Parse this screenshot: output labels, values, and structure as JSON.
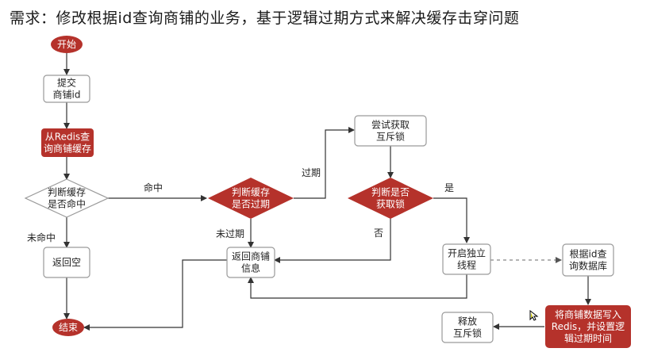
{
  "title": "需求：修改根据id查询商铺的业务，基于逻辑过期方式来解决缓存击穿问题",
  "colors": {
    "red": "#b5322b",
    "line": "#333333",
    "box_border": "#9a9a9a",
    "text_dark": "#222222",
    "text_light": "#ffffff"
  },
  "nodes": {
    "start": [
      "开始"
    ],
    "submit": [
      "提交",
      "商铺id"
    ],
    "query_redis": [
      "从Redis查",
      "询商铺缓存"
    ],
    "hit_check": [
      "判断缓存",
      "是否命中"
    ],
    "return_empty": [
      "返回空"
    ],
    "end": [
      "结束"
    ],
    "expire_check": [
      "判断缓存",
      "是否过期"
    ],
    "return_shop": [
      "返回商铺",
      "信息"
    ],
    "try_lock": [
      "尝试获取",
      "互斥锁"
    ],
    "lock_check": [
      "判断是否",
      "获取锁"
    ],
    "new_thread": [
      "开启独立",
      "线程"
    ],
    "query_db": [
      "根据id查",
      "询数据库"
    ],
    "write_redis": [
      "将商铺数据写入",
      "Redis，并设置逻",
      "辑过期时间"
    ],
    "release_lock": [
      "释放",
      "互斥锁"
    ]
  },
  "edges": {
    "hit": "命中",
    "miss": "未命中",
    "expired": "过期",
    "not_expired": "未过期",
    "yes": "是",
    "no": "否"
  }
}
